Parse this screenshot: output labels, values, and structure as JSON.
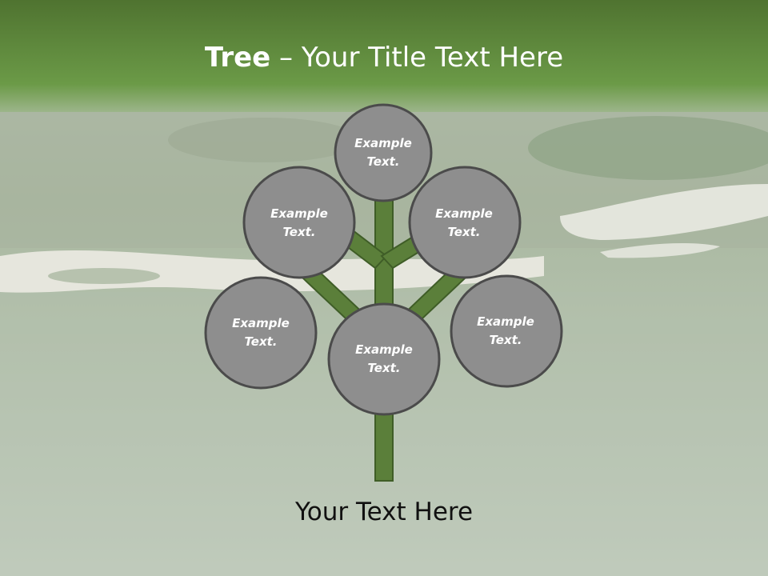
{
  "title": {
    "bold": "Tree",
    "separator": " – ",
    "rest": "Your Title Text Here"
  },
  "nodes": [
    {
      "id": "top",
      "line1": "Example",
      "line2": "Text."
    },
    {
      "id": "upper-left",
      "line1": "Example",
      "line2": "Text."
    },
    {
      "id": "upper-right",
      "line1": "Example",
      "line2": "Text."
    },
    {
      "id": "lower-left",
      "line1": "Example",
      "line2": "Text."
    },
    {
      "id": "center",
      "line1": "Example",
      "line2": "Text."
    },
    {
      "id": "lower-right",
      "line1": "Example",
      "line2": "Text."
    }
  ],
  "caption": "Your Text Here",
  "colors": {
    "header_green": "#62913f",
    "trunk": "#5b7f3a",
    "node_fill": "#8e8e8e",
    "node_stroke": "#4b4b4b"
  }
}
